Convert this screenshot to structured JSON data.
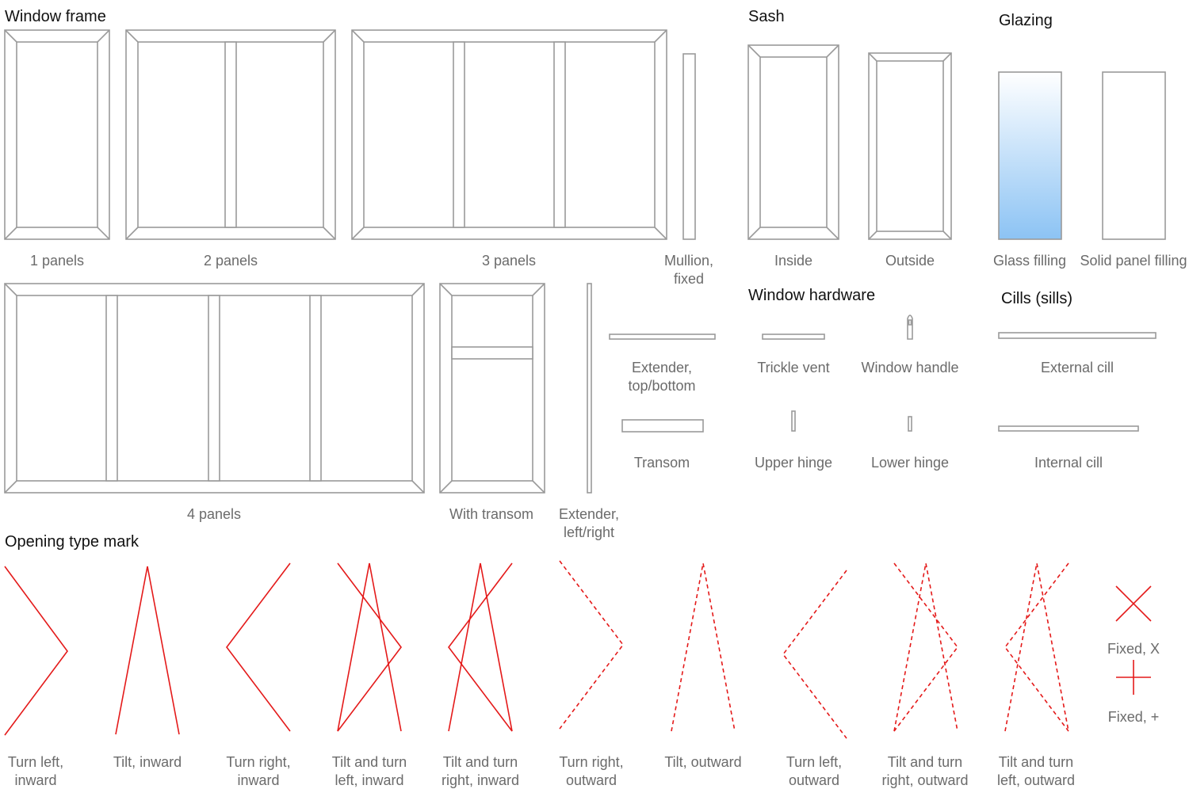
{
  "headings": {
    "window_frame": "Window frame",
    "sash": "Sash",
    "glazing": "Glazing",
    "window_hardware": "Window hardware",
    "cills": "Cills (sills)",
    "opening_type_mark": "Opening type mark"
  },
  "frames": {
    "p1": "1 panels",
    "p2": "2 panels",
    "p3": "3 panels",
    "mullion": [
      "Mullion,",
      "fixed"
    ],
    "p4": "4 panels",
    "transom": "With transom",
    "ext_lr": [
      "Extender,",
      "left/right"
    ],
    "ext_tb": [
      "Extender,",
      "top/bottom"
    ],
    "transom_bar": "Transom"
  },
  "sash": {
    "inside": "Inside",
    "outside": "Outside"
  },
  "glazing": {
    "glass": "Glass filling",
    "solid": "Solid panel filling",
    "glass_top_color": "#ffffff",
    "glass_bottom_color": "#8cc3f4"
  },
  "hardware": {
    "trickle": "Trickle vent",
    "handle": "Window handle",
    "upper": "Upper hinge",
    "lower": "Lower hinge"
  },
  "cills": {
    "external": "External cill",
    "internal": "Internal cill"
  },
  "marks": [
    [
      "Turn left,",
      "inward"
    ],
    [
      "Tilt, inward",
      ""
    ],
    [
      "Turn right,",
      "inward"
    ],
    [
      "Tilt and turn",
      "left, inward"
    ],
    [
      "Tilt and turn",
      "right, inward"
    ],
    [
      "Turn right,",
      "outward"
    ],
    [
      "Tilt, outward",
      ""
    ],
    [
      "Turn left,",
      "outward"
    ],
    [
      "Tilt and turn",
      "right, outward"
    ],
    [
      "Tilt and turn",
      "left, outward"
    ]
  ],
  "fixed": {
    "x": "Fixed, X",
    "plus": "Fixed, +"
  },
  "mark_color": "#e41a1a"
}
